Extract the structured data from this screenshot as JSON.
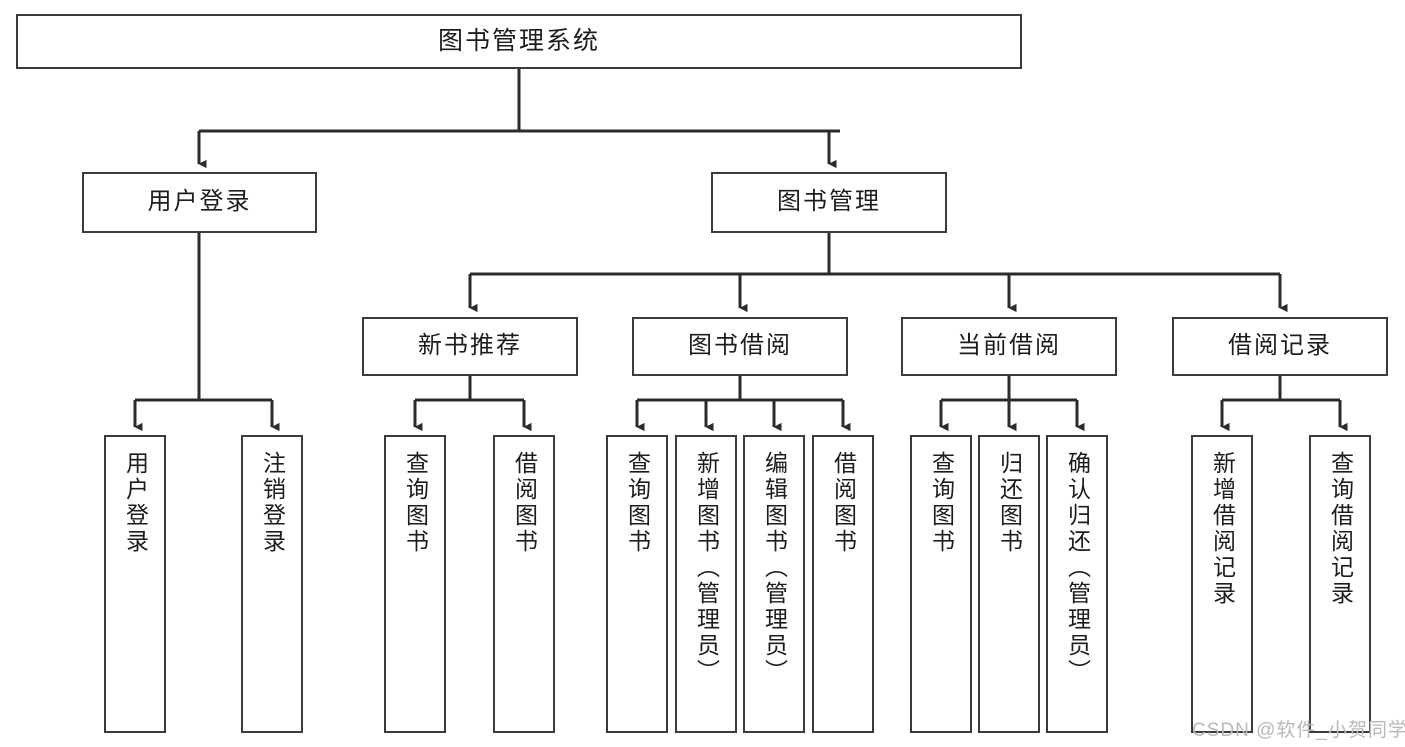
{
  "diagram": {
    "title": "图书管理系统",
    "type": "tree",
    "style": {
      "box_border_color": "#3b3b3b",
      "box_fill_color": "#ffffff",
      "connector_color": "#2b2b2b",
      "text_color": "#1d1d1d",
      "background": "#ffffff"
    },
    "nodes": {
      "root": {
        "label": "图书管理系统"
      },
      "level2": [
        {
          "id": "user-login",
          "label": "用户登录"
        },
        {
          "id": "book-manage",
          "label": "图书管理"
        }
      ],
      "level3": [
        {
          "id": "new-book-recommend",
          "label": "新书推荐"
        },
        {
          "id": "book-borrow",
          "label": "图书借阅"
        },
        {
          "id": "current-borrow",
          "label": "当前借阅"
        },
        {
          "id": "borrow-record",
          "label": "借阅记录"
        }
      ],
      "leaves": {
        "user-login": [
          {
            "id": "leaf-user-login",
            "label": "用户登录"
          },
          {
            "id": "leaf-user-logout",
            "label": "注销登录"
          }
        ],
        "new-book-recommend": [
          {
            "id": "leaf-query-book-1",
            "label": "查询图书"
          },
          {
            "id": "leaf-borrow-book-1",
            "label": "借阅图书"
          }
        ],
        "book-borrow": [
          {
            "id": "leaf-query-book-2",
            "label": "查询图书"
          },
          {
            "id": "leaf-add-book",
            "label": "新增图书（管理员）"
          },
          {
            "id": "leaf-edit-book",
            "label": "编辑图书（管理员）"
          },
          {
            "id": "leaf-borrow-book-2",
            "label": "借阅图书"
          }
        ],
        "current-borrow": [
          {
            "id": "leaf-query-book-3",
            "label": "查询图书"
          },
          {
            "id": "leaf-return-book",
            "label": "归还图书"
          },
          {
            "id": "leaf-confirm-return",
            "label": "确认归还（管理员）"
          }
        ],
        "borrow-record": [
          {
            "id": "leaf-add-record",
            "label": "新增借阅记录"
          },
          {
            "id": "leaf-query-record",
            "label": "查询借阅记录"
          }
        ]
      }
    },
    "watermark": "CSDN @软件_小贺同学"
  }
}
